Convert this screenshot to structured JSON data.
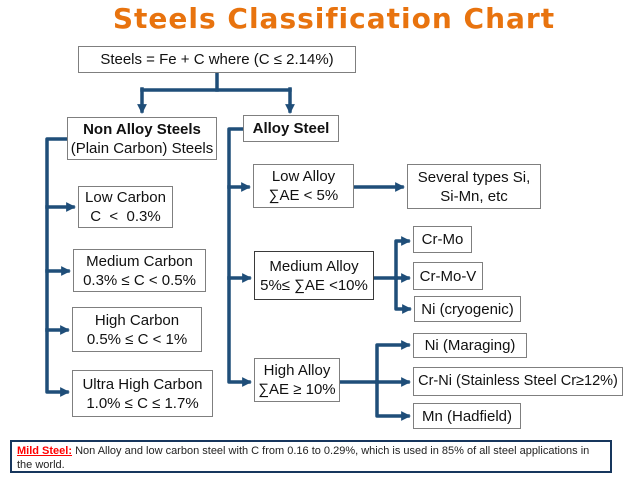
{
  "title": "Steels Classification Chart",
  "colors": {
    "accent_orange": "#E8730E",
    "connector_navy": "#1F4E79",
    "note_red": "#FF0000",
    "box_border_gray": "#7f7f7f",
    "note_border_navy": "#17365D"
  },
  "nodes": {
    "root": {
      "line1": "Steels = Fe + C where (C ≤ 2.14%)"
    },
    "non_alloy": {
      "line1": "Non Alloy Steels",
      "line2": "(Plain Carbon) Steels"
    },
    "alloy": {
      "line1": "Alloy Steel"
    },
    "low_carbon": {
      "line1": "Low Carbon",
      "line2": "C  <  0.3%"
    },
    "medium_carbon": {
      "line1": "Medium Carbon",
      "line2": "0.3% ≤ C < 0.5%"
    },
    "high_carbon": {
      "line1": "High Carbon",
      "line2": "0.5% ≤ C < 1%"
    },
    "ultra_high_carbon": {
      "line1": "Ultra High Carbon",
      "line2": "1.0% ≤ C ≤ 1.7%"
    },
    "low_alloy": {
      "line1": "Low Alloy",
      "line2": "∑AE < 5%"
    },
    "medium_alloy": {
      "line1": "Medium Alloy",
      "line2": "5%≤ ∑AE <10%"
    },
    "high_alloy": {
      "line1": "High Alloy",
      "line2": "∑AE ≥ 10%"
    },
    "several_types": {
      "line1": "Several types Si,",
      "line2": "Si-Mn, etc"
    },
    "cr_mo": {
      "line1": "Cr-Mo"
    },
    "cr_mo_v": {
      "line1": "Cr-Mo-V"
    },
    "ni_cryogenic": {
      "line1": "Ni (cryogenic)"
    },
    "ni_maraging": {
      "line1": "Ni (Maraging)"
    },
    "cr_ni": {
      "line1": "Cr-Ni (Stainless Steel Cr≥12%)"
    },
    "mn_hadfield": {
      "line1": "Mn (Hadfield)"
    }
  },
  "note": {
    "label": "Mild Steel:",
    "text": " Non Alloy and low carbon steel with C from 0.16 to 0.29%, which is used in 85% of all steel applications in the world."
  }
}
